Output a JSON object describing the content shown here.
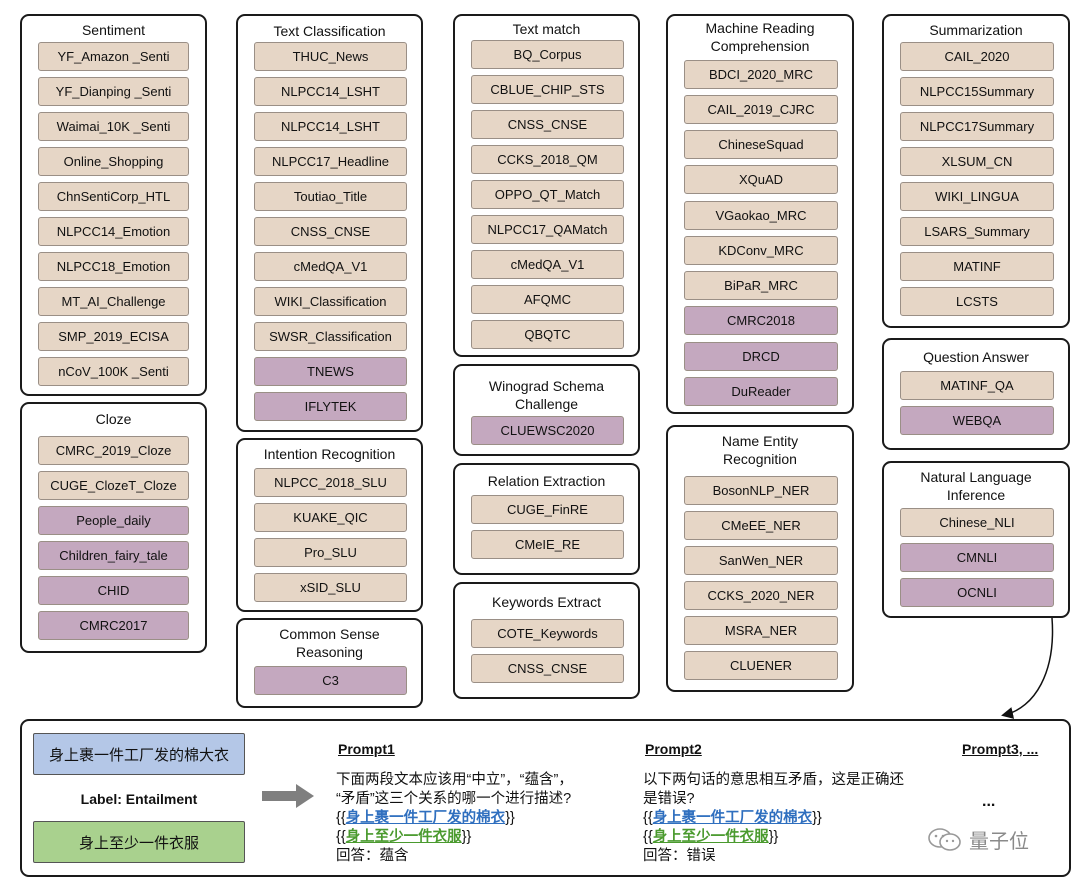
{
  "groups": {
    "sentiment": {
      "title": "Sentiment",
      "items": [
        "YF_Amazon _Senti",
        "YF_Dianping _Senti",
        "Waimai_10K _Senti",
        "Online_Shopping",
        "ChnSentiCorp_HTL",
        "NLPCC14_Emotion",
        "NLPCC18_Emotion",
        "MT_AI_Challenge",
        "SMP_2019_ECISA",
        "nCoV_100K _Senti"
      ]
    },
    "cloze": {
      "title": "Cloze",
      "items": [
        "CMRC_2019_Cloze",
        "CUGE_ClozeT_Cloze",
        "People_daily",
        "Children_fairy_tale",
        "CHID",
        "CMRC2017"
      ]
    },
    "text_classification": {
      "title": "Text Classification",
      "items": [
        "THUC_News",
        "NLPCC14_LSHT",
        "NLPCC14_LSHT",
        "NLPCC17_Headline",
        "Toutiao_Title",
        "CNSS_CNSE",
        "cMedQA_V1",
        "WIKI_Classification",
        "SWSR_Classification",
        "TNEWS",
        "IFLYTEK"
      ]
    },
    "intention": {
      "title": "Intention Recognition",
      "items": [
        "NLPCC_2018_SLU",
        "KUAKE_QIC",
        "Pro_SLU",
        "xSID_SLU"
      ]
    },
    "common_sense": {
      "title": "Common Sense\nReasoning",
      "items": [
        "C3"
      ]
    },
    "text_match": {
      "title": "Text match",
      "items": [
        "BQ_Corpus",
        "CBLUE_CHIP_STS",
        "CNSS_CNSE",
        "CCKS_2018_QM",
        "OPPO_QT_Match",
        "NLPCC17_QAMatch",
        "cMedQA_V1",
        "AFQMC",
        "QBQTC"
      ]
    },
    "winograd": {
      "title": "Winograd Schema\nChallenge",
      "items": [
        "CLUEWSC2020"
      ]
    },
    "relation": {
      "title": "Relation Extraction",
      "items": [
        "CUGE_FinRE",
        "CMeIE_RE"
      ]
    },
    "keywords": {
      "title": "Keywords Extract",
      "items": [
        "COTE_Keywords",
        "CNSS_CNSE"
      ]
    },
    "mrc": {
      "title": "Machine Reading\nComprehension",
      "items": [
        "BDCI_2020_MRC",
        "CAIL_2019_CJRC",
        "ChineseSquad",
        "XQuAD",
        "VGaokao_MRC",
        "KDConv_MRC",
        "BiPaR_MRC",
        "CMRC2018",
        "DRCD",
        "DuReader"
      ]
    },
    "ner": {
      "title": "Name Entity\nRecognition",
      "items": [
        "BosonNLP_NER",
        "CMeEE_NER",
        "SanWen_NER",
        "CCKS_2020_NER",
        "MSRA_NER",
        "CLUENER"
      ]
    },
    "summarization": {
      "title": "Summarization",
      "items": [
        "CAIL_2020",
        "NLPCC15Summary",
        "NLPCC17Summary",
        "XLSUM_CN",
        "WIKI_LINGUA",
        "LSARS_Summary",
        "MATINF",
        "LCSTS"
      ]
    },
    "qa": {
      "title": "Question Answer",
      "items": [
        "MATINF_QA",
        "WEBQA"
      ]
    },
    "nli": {
      "title": "Natural Language\nInference",
      "items": [
        "Chinese_NLI",
        "CMNLI",
        "OCNLI"
      ]
    }
  },
  "example": {
    "premise": "身上裹一件工厂发的棉大衣",
    "label": "Label: Entailment",
    "hypothesis": "身上至少一件衣服",
    "prompt1": {
      "title": "Prompt1",
      "line1": "下面两段文本应该用“中立”，“蕴含”，",
      "line2": "“矛盾”这三个关系的哪一个进行描述?",
      "open1": "{{",
      "s1": "身上裹一件工厂发的棉衣",
      "close1": "}}",
      "open2": "{{",
      "s2": "身上至少一件衣服",
      "close2": "}}",
      "answer": "回答：蕴含"
    },
    "prompt2": {
      "title": "Prompt2",
      "line1": "以下两句话的意思相互矛盾，这是正确还",
      "line2": "是错误?",
      "open1": "{{",
      "s1": "身上裹一件工厂发的棉衣",
      "close1": "}}",
      "open2": "{{",
      "s2": "身上至少一件衣服",
      "close2": "}}",
      "answer": "回答：错误"
    },
    "prompt3": {
      "title": "Prompt3, ..."
    },
    "ellipsis": "...",
    "watermark": "量子位"
  },
  "colors": {
    "tan": "#e6d6c6",
    "purple": "#c4a8bf",
    "blue_box": "#b4c7e7",
    "green_box": "#a9d18e",
    "link_blue": "#2f6fbf",
    "link_green": "#4a9a2e"
  }
}
